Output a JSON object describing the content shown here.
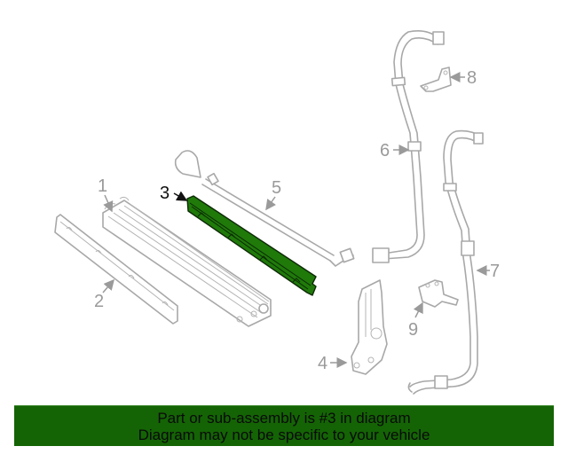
{
  "diagram": {
    "highlighted_part": "3",
    "highlight_color": "#1f7a0a",
    "line_color": "#a8a8a8",
    "callouts": [
      {
        "id": "1",
        "label": "1"
      },
      {
        "id": "2",
        "label": "2"
      },
      {
        "id": "3",
        "label": "3"
      },
      {
        "id": "4",
        "label": "4"
      },
      {
        "id": "5",
        "label": "5"
      },
      {
        "id": "6",
        "label": "6"
      },
      {
        "id": "7",
        "label": "7"
      },
      {
        "id": "8",
        "label": "8"
      },
      {
        "id": "9",
        "label": "9"
      }
    ]
  },
  "banner": {
    "line1": "Part or sub-assembly is #3 in diagram",
    "line2": "Diagram may not be specific to your vehicle",
    "background": "#146405"
  }
}
